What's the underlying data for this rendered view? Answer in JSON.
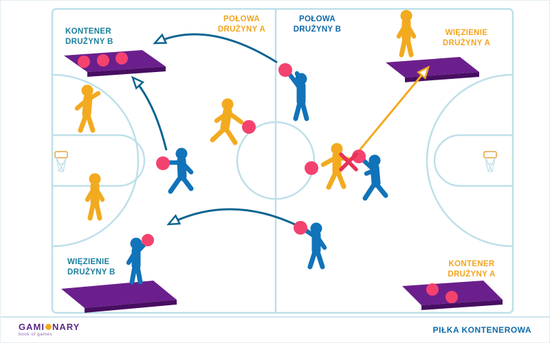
{
  "labels": {
    "container_b": "KONTENER\nDRUŻYNY B",
    "half_a": "POŁOWA\nDRUŻYNY A",
    "half_b": "POŁOWA\nDRUŻYNY B",
    "prison_a": "WIĘZIENIE\nDRUŻYNY A",
    "prison_b": "WIĘZIENIE\nDRUŻYNY B",
    "container_a": "KONTENER\nDRUŻYNY A"
  },
  "footer": {
    "logo_part1": "GAMI",
    "logo_part2": "NARY",
    "logo_tagline": "book of games",
    "title": "PIŁKA KONTENEROWA"
  },
  "colors": {
    "team_a_yellow": "#F2AA1F",
    "team_b_blue": "#1173B9",
    "arrow_blue": "#0B6490",
    "arrow_yellow": "#F2AA1F",
    "label_teal": "#1A7F9C",
    "label_blue": "#0D68A8",
    "label_yellow": "#F2A41E",
    "ball_pink": "#F4426F",
    "mat_purple": "#6B1F8C",
    "mat_edge_purple": "#470E61",
    "court_line": "#BEDFE9",
    "cross_red": "#E73258",
    "logo_purple": "#5B2A86"
  }
}
